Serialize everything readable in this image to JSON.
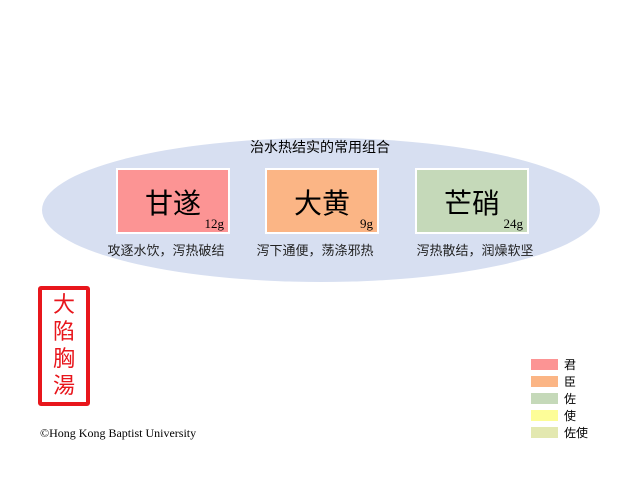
{
  "title": "治水热结实的常用组合",
  "herbs": [
    {
      "name": "甘遂",
      "dose": "12g",
      "desc": "攻逐水饮，泻热破结",
      "color": "#fc9494"
    },
    {
      "name": "大黄",
      "dose": "9g",
      "desc": "泻下通便，荡涤邪热",
      "color": "#fbb585"
    },
    {
      "name": "芒硝",
      "dose": "24g",
      "desc": "泻热散结，润燥软坚",
      "color": "#c5d9b9"
    }
  ],
  "seal": {
    "chars": [
      "大",
      "陷",
      "胸",
      "湯"
    ]
  },
  "copyright": "©Hong Kong Baptist University",
  "legend": [
    {
      "label": "君",
      "color": "#fc9494"
    },
    {
      "label": "臣",
      "color": "#fbb585"
    },
    {
      "label": "佐",
      "color": "#c5d9b9"
    },
    {
      "label": "使",
      "color": "#fdfd98"
    },
    {
      "label": "佐使",
      "color": "#e3e8b0"
    }
  ]
}
